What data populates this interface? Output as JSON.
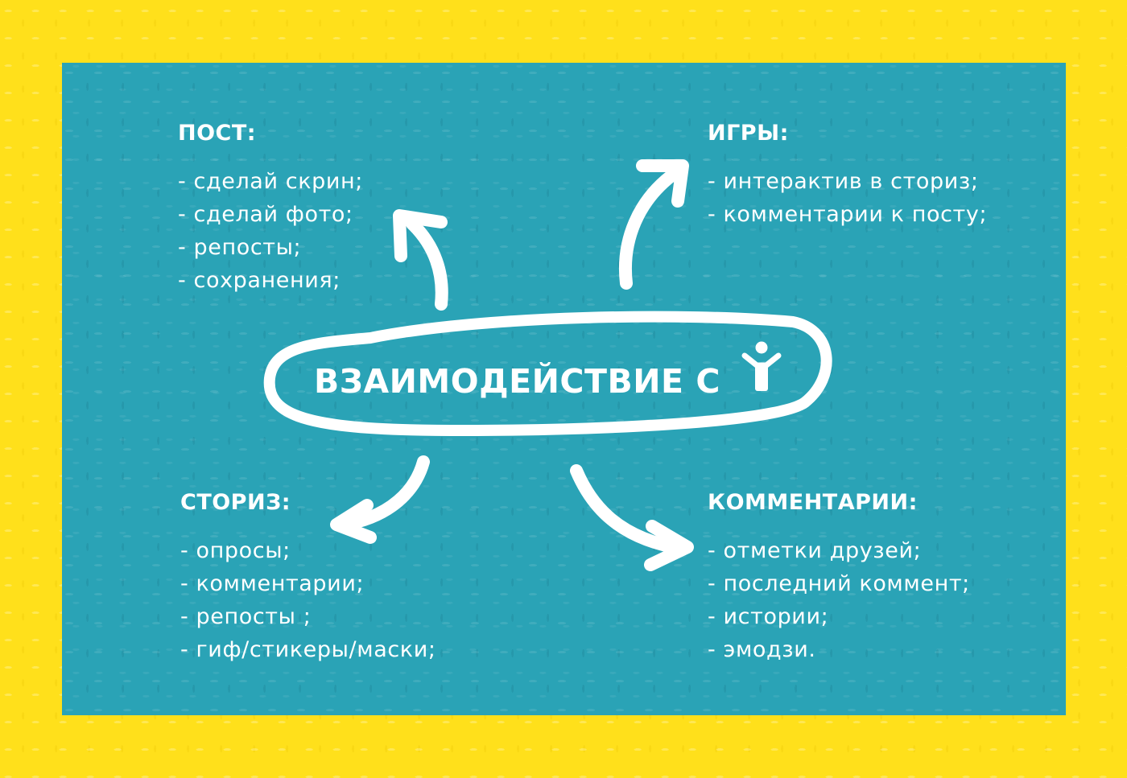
{
  "center": {
    "title": "ВЗАИМОДЕЙСТВИЕ С",
    "icon": "person-icon"
  },
  "sections": {
    "post": {
      "title": "ПОСТ:",
      "items": [
        "- сделай скрин;",
        "- сделай фото;",
        "- репосты;",
        "- сохранения;"
      ]
    },
    "games": {
      "title": "ИГРЫ:",
      "items": [
        "- интерактив в сториз;",
        "- комментарии к посту;"
      ]
    },
    "stories": {
      "title": "СТОРИЗ:",
      "items": [
        "- опросы;",
        "- комментарии;",
        "- репосты ;",
        "- гиф/стикеры/маски;"
      ]
    },
    "comments": {
      "title": "КОММЕНТАРИИ:",
      "items": [
        "- отметки друзей;",
        "- последний коммент;",
        "- истории;",
        "- эмодзи."
      ]
    }
  },
  "colors": {
    "frame": "#ffe01b",
    "panel": "#2aa3b6",
    "text": "#ffffff"
  }
}
